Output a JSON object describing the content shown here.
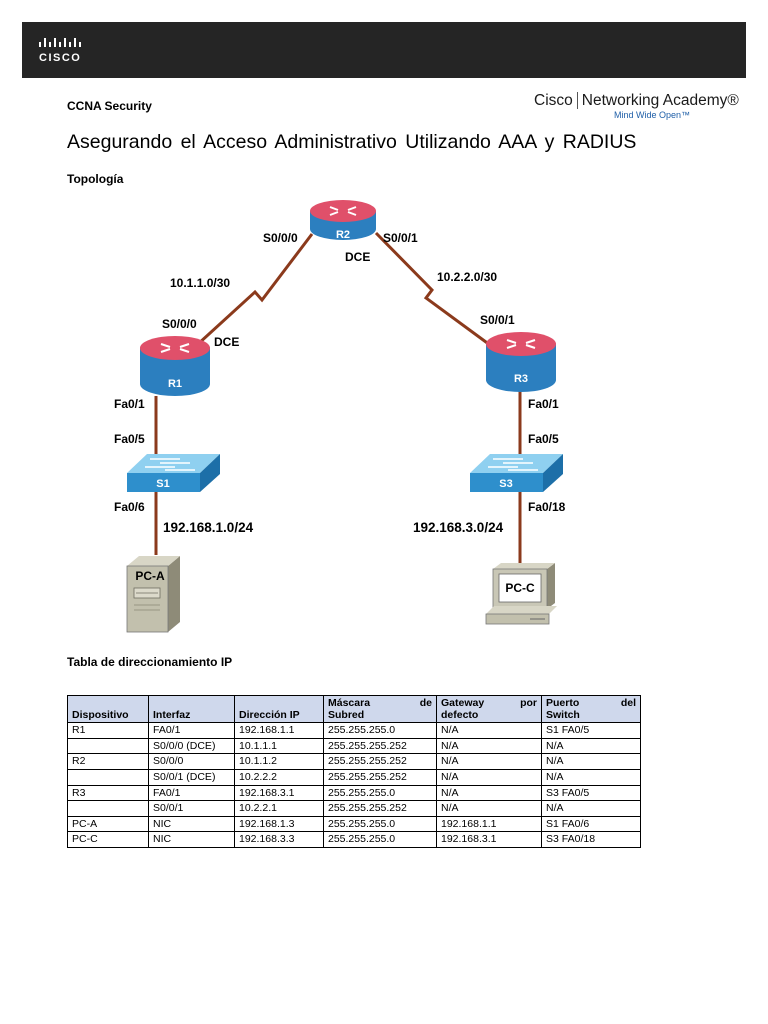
{
  "header": {
    "logo_text": "CISCO",
    "course": "CCNA Security",
    "academy_cisco": "Cisco",
    "academy_name": "Networking Academy®",
    "academy_tagline": "Mind Wide Open™"
  },
  "title": "Asegurando el Acceso Administrativo Utilizando AAA y RADIUS",
  "sections": {
    "topology": "Topología",
    "table": "Tabla de direccionamiento IP"
  },
  "topology": {
    "devices": {
      "r1": "R1",
      "r2": "R2",
      "r3": "R3",
      "s1": "S1",
      "s3": "S3",
      "pca": "PC-A",
      "pcc": "PC-C"
    },
    "labels": {
      "r2_s000": "S0/0/0",
      "r2_s001": "S0/0/1",
      "r2_dce": "DCE",
      "net_r1r2": "10.1.1.0/30",
      "net_r2r3": "10.2.2.0/30",
      "r1_s000": "S0/0/0",
      "r1_dce": "DCE",
      "r3_s001": "S0/0/1",
      "r1_fa01": "Fa0/1",
      "s1_fa05": "Fa0/5",
      "s1_fa06": "Fa0/6",
      "lan1": "192.168.1.0/24",
      "r3_fa01": "Fa0/1",
      "s3_fa05": "Fa0/5",
      "s3_fa018": "Fa0/18",
      "lan3": "192.168.3.0/24"
    }
  },
  "table": {
    "headers": {
      "device": "Dispositivo",
      "interface": "Interfaz",
      "ip": "Dirección IP",
      "mask_a": "Máscara",
      "mask_b": "de",
      "mask_c": "Subred",
      "gw_a": "Gateway",
      "gw_b": "por",
      "gw_c": "defecto",
      "port_a": "Puerto",
      "port_b": "del",
      "port_c": "Switch"
    },
    "rows": [
      {
        "device": "R1",
        "iface": "FA0/1",
        "ip": "192.168.1.1",
        "mask": "255.255.255.0",
        "gw": "N/A",
        "port": "S1 FA0/5"
      },
      {
        "device": "",
        "iface": "S0/0/0 (DCE)",
        "ip": "10.1.1.1",
        "mask": "255.255.255.252",
        "gw": "N/A",
        "port": "N/A"
      },
      {
        "device": "R2",
        "iface": "S0/0/0",
        "ip": "10.1.1.2",
        "mask": "255.255.255.252",
        "gw": "N/A",
        "port": "N/A"
      },
      {
        "device": "",
        "iface": "S0/0/1 (DCE)",
        "ip": "10.2.2.2",
        "mask": "255.255.255.252",
        "gw": "N/A",
        "port": "N/A"
      },
      {
        "device": "R3",
        "iface": "FA0/1",
        "ip": "192.168.3.1",
        "mask": "255.255.255.0",
        "gw": "N/A",
        "port": "S3 FA0/5"
      },
      {
        "device": "",
        "iface": "S0/0/1",
        "ip": "10.2.2.1",
        "mask": "255.255.255.252",
        "gw": "N/A",
        "port": "N/A"
      },
      {
        "device": "PC-A",
        "iface": "NIC",
        "ip": "192.168.1.3",
        "mask": "255.255.255.0",
        "gw": "192.168.1.1",
        "port": "S1 FA0/6"
      },
      {
        "device": "PC-C",
        "iface": "NIC",
        "ip": "192.168.3.3",
        "mask": "255.255.255.0",
        "gw": "192.168.3.1",
        "port": "S3 FA0/18"
      }
    ]
  },
  "colors": {
    "router_top": "#e2566a",
    "router_body": "#2c7fbf",
    "switch": "#2e8fcc",
    "link": "#8b3a1c",
    "header_bar": "#252525",
    "table_header": "#cfd8ec"
  }
}
